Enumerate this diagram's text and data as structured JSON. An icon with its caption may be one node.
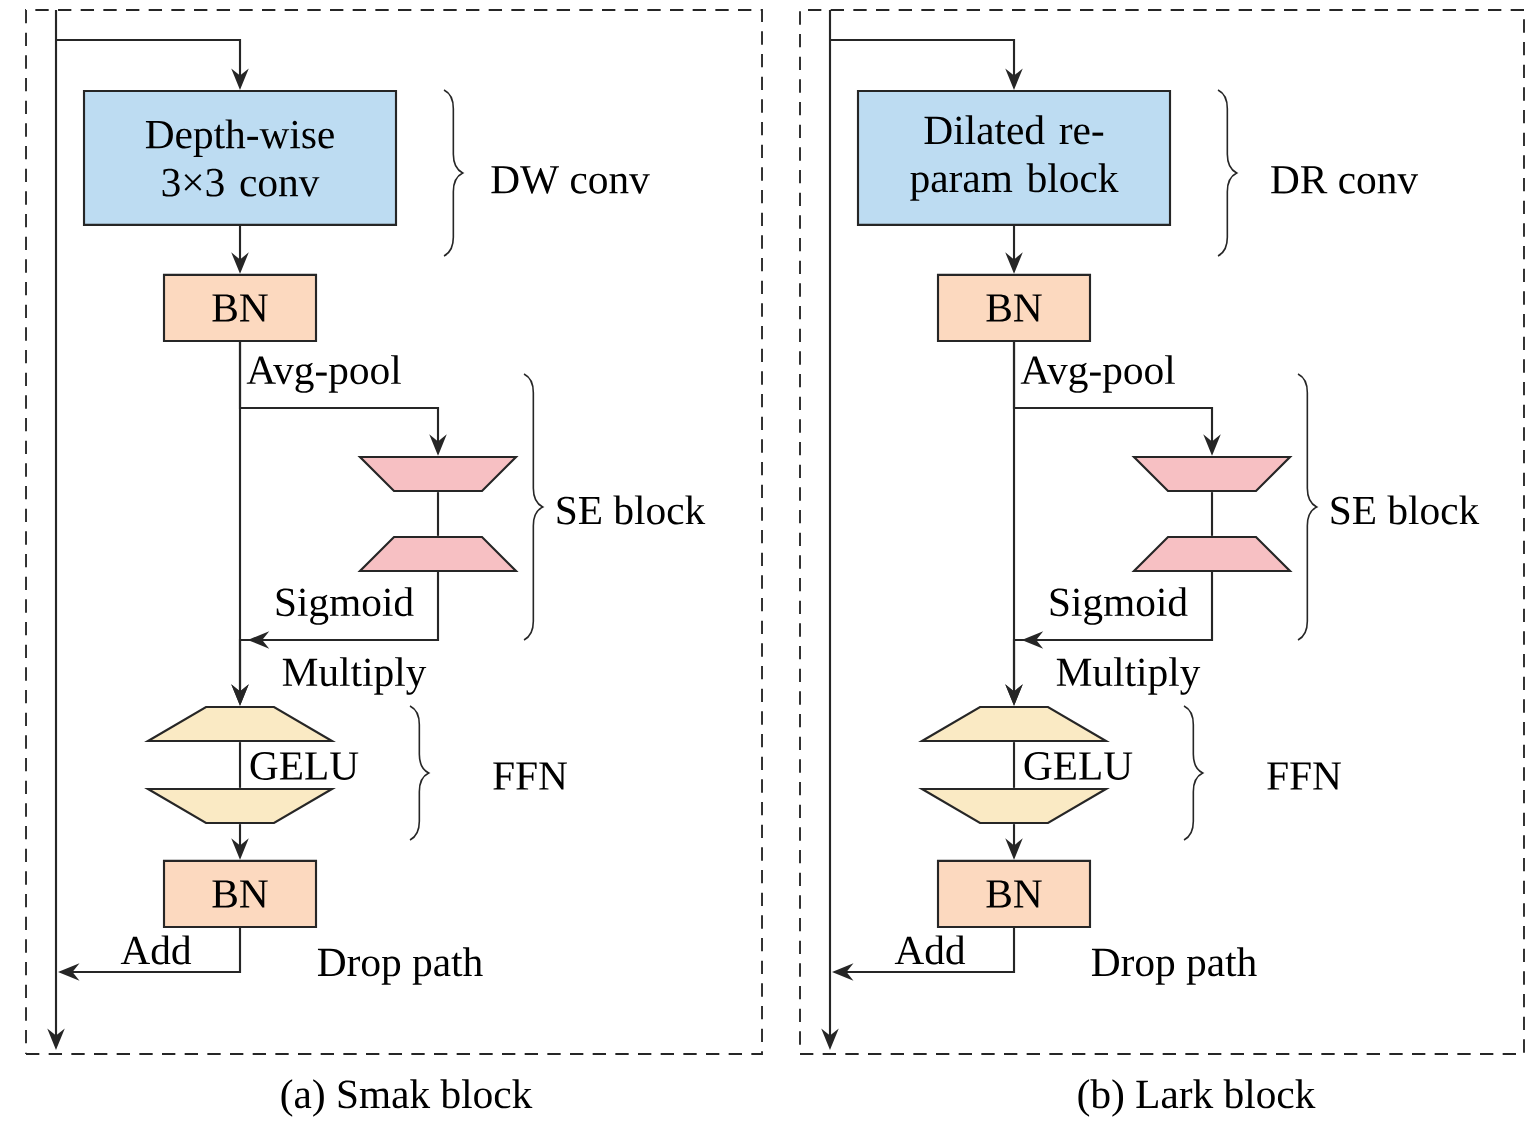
{
  "diagram": {
    "nodes": [
      {
        "text": [
          "(a) Smak block"
        ]
      },
      {
        "text": [
          "Depth-wise 3×3 conv"
        ],
        "in": 0
      },
      {
        "text": [
          "BN"
        ],
        "in": 0
      },
      {
        "text": [],
        "shape": "trapezoid",
        "in": 0
      },
      {
        "text": [],
        "shape": "trapezoid",
        "in": 0
      },
      {
        "text": [],
        "shape": "trapezoid",
        "in": 0
      },
      {
        "text": [],
        "shape": "trapezoid",
        "in": 0
      },
      {
        "text": [
          "BN"
        ],
        "in": 0
      },
      {
        "text": [
          "(b) Lark block"
        ]
      },
      {
        "text": [
          "Dilated re-param block"
        ],
        "in": 8
      },
      {
        "text": [
          "BN"
        ],
        "in": 8
      },
      {
        "text": [],
        "shape": "trapezoid",
        "in": 8
      },
      {
        "text": [],
        "shape": "trapezoid",
        "in": 8
      },
      {
        "text": [],
        "shape": "trapezoid",
        "in": 8
      },
      {
        "text": [],
        "shape": "trapezoid",
        "in": 8
      },
      {
        "text": [
          "BN"
        ],
        "in": 8
      }
    ],
    "edges": [
      {
        "from": null,
        "to": 1,
        "arrow": "to"
      },
      {
        "from": 1,
        "to": 2,
        "arrow": "to"
      },
      {
        "from": 2,
        "to": 3,
        "arrow": "to",
        "label": "Avg-pool"
      },
      {
        "from": 3,
        "to": 4,
        "arrow": "none"
      },
      {
        "from": 4,
        "to": 5,
        "arrow": "to",
        "label": "Sigmoid"
      },
      {
        "from": 2,
        "to": 5,
        "arrow": "to",
        "label": "Multiply"
      },
      {
        "from": 5,
        "to": 6,
        "arrow": "none",
        "label": "GELU"
      },
      {
        "from": 6,
        "to": 7,
        "arrow": "to"
      },
      {
        "from": 7,
        "to": null,
        "arrow": "to",
        "label": "Add"
      },
      {
        "from": null,
        "to": 9,
        "arrow": "to"
      },
      {
        "from": 9,
        "to": 10,
        "arrow": "to"
      },
      {
        "from": 10,
        "to": 11,
        "arrow": "to",
        "label": "Avg-pool"
      },
      {
        "from": 11,
        "to": 12,
        "arrow": "none"
      },
      {
        "from": 12,
        "to": 13,
        "arrow": "to",
        "label": "Sigmoid"
      },
      {
        "from": 10,
        "to": 13,
        "arrow": "to",
        "label": "Multiply"
      },
      {
        "from": 13,
        "to": 14,
        "arrow": "none",
        "label": "GELU"
      },
      {
        "from": 14,
        "to": 15,
        "arrow": "to"
      },
      {
        "from": 15,
        "to": null,
        "arrow": "to",
        "label": "Add"
      }
    ],
    "labels": [
      "DW conv",
      "SE block",
      "FFN",
      "Drop path",
      "DR conv",
      "SE block",
      "FFN",
      "Drop path"
    ]
  }
}
